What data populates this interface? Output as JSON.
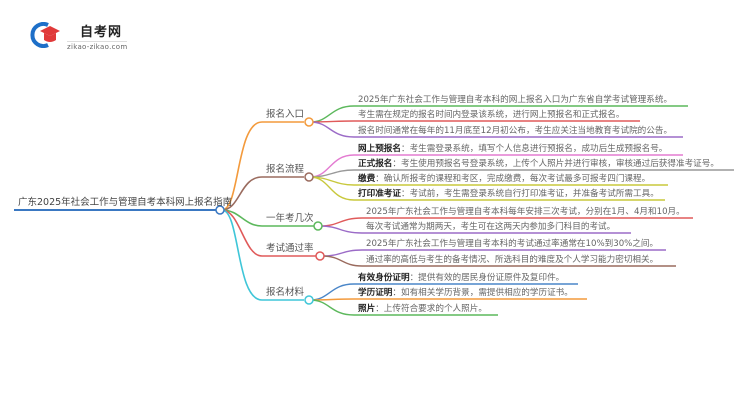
{
  "logo": {
    "title": "自考网",
    "subtitle": "zikao-zikao.com",
    "icon": "graduation-cap-icon",
    "colors": {
      "ring": "#1e6fc8",
      "cap": "#e03a3a"
    }
  },
  "mindmap": {
    "root": {
      "label": "广东2025年社会工作与管理自考本科网上报名指南",
      "color": "#3a78c2"
    },
    "branches": [
      {
        "label": "报名入口",
        "color": "#f39a3c",
        "items": [
          {
            "bold": "",
            "text": "2025年广东社会工作与管理自考本科的网上报名入口为广东省自学考试管理系统。",
            "color": "#5cb85c"
          },
          {
            "bold": "",
            "text": "考生需在规定的报名时间内登录该系统，进行网上预报名和正式报名。",
            "color": "#e05a5a"
          },
          {
            "bold": "",
            "text": "报名时间通常在每年的11月底至12月初公布，考生应关注当地教育考试院的公告。",
            "color": "#9b6bc7"
          }
        ]
      },
      {
        "label": "报名流程",
        "color": "#9a6b5e",
        "items": [
          {
            "bold": "网上预报名",
            "text": "：考生需登录系统，填写个人信息进行预报名，成功后生成预报名号。",
            "color": "#e37bd1"
          },
          {
            "bold": "正式报名",
            "text": "：考生使用预报名号登录系统，上传个人照片并进行审核，审核通过后获得准考证号。",
            "color": "#999999"
          },
          {
            "bold": "缴费",
            "text": "：确认所报考的课程和考区，完成缴费，每次考试最多可报考四门课程。",
            "color": "#c8c83c"
          },
          {
            "bold": "打印准考证",
            "text": "：考试前，考生需登录系统自行打印准考证，并准备考试所需工具。",
            "color": "#c8c83c"
          }
        ]
      },
      {
        "label": "一年考几次",
        "color": "#5cb85c",
        "items": [
          {
            "bold": "",
            "text": "2025年广东社会工作与管理自考本科每年安排三次考试，分别在1月、4月和10月。",
            "color": "#e05a5a"
          },
          {
            "bold": "",
            "text": "每次考试通常为期两天，考生可在这两天内参加多门科目的考试。",
            "color": "#9b6bc7"
          }
        ]
      },
      {
        "label": "考试通过率",
        "color": "#e05a5a",
        "items": [
          {
            "bold": "",
            "text": "2025年广东社会工作与管理自考本科的考试通过率通常在10%到30%之间。",
            "color": "#9b6bc7"
          },
          {
            "bold": "",
            "text": "通过率的高低与考生的备考情况、所选科目的难度及个人学习能力密切相关。",
            "color": "#9a6b5e"
          }
        ]
      },
      {
        "label": "报名材料",
        "color": "#3fc6d8",
        "items": [
          {
            "bold": "有效身份证明",
            "text": "：提供有效的居民身份证原件及复印件。",
            "color": "#4a86c8"
          },
          {
            "bold": "学历证明",
            "text": "：如有相关学历背景，需提供相应的学历证书。",
            "color": "#f39a3c"
          },
          {
            "bold": "照片",
            "text": "：上传符合要求的个人照片。",
            "color": "#5cb85c"
          }
        ]
      }
    ]
  }
}
